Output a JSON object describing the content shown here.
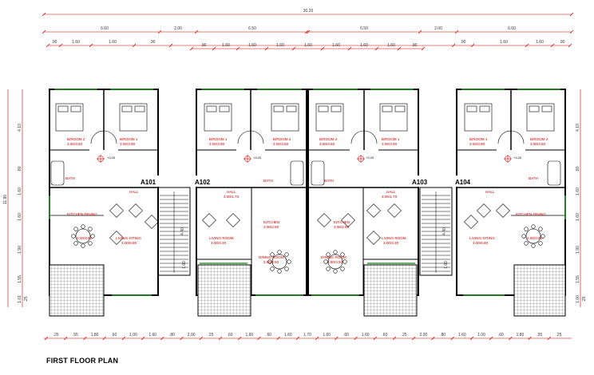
{
  "title": "FIRST FLOOR PLAN",
  "colors": {
    "dimension": "#cc0000",
    "wall": "#000000",
    "window": "#2e9e2e"
  },
  "overall_dim": "30.20",
  "top_dims_row1": [
    "6.60",
    "2.00",
    "6.50",
    "6.50",
    "2.00",
    "6.60"
  ],
  "top_dims_row2": [
    ".90",
    "1.60",
    "1.60",
    ".90",
    ".90",
    "1.60",
    "1.60",
    "1.60",
    "1.60",
    "1.60",
    "1.60",
    "1.60",
    ".90",
    ".90",
    "1.60",
    "1.60",
    ".90"
  ],
  "bottom_dims": [
    ".25",
    ".55",
    "1.80",
    ".60",
    "1.00",
    "1.60",
    ".80",
    "2.00",
    ".25",
    ".60",
    "1.60",
    ".60",
    "1.60",
    "1.70",
    "1.60",
    ".60",
    "1.60",
    ".60",
    ".25",
    "2.00",
    ".80",
    "1.60",
    "1.00",
    ".60",
    "1.80",
    ".55",
    ".25"
  ],
  "left_dims": [
    "4.10",
    ".80",
    "1.60",
    "1.60",
    "1.90",
    "1.55",
    "1.01",
    ".25"
  ],
  "left_total": "11.80",
  "right_dims": [
    "4.10",
    ".80",
    "1.60",
    "1.60",
    "1.90",
    "1.55",
    "1.00",
    ".25"
  ],
  "stair_dims": [
    "4.40",
    "1.60",
    "4.40",
    "1.60"
  ],
  "units": [
    {
      "id": "A101",
      "rooms": [
        {
          "name": "B/ROOM 2",
          "size": "3.00/3.60"
        },
        {
          "name": "B/ROOM 1",
          "size": "3.00/3.90"
        },
        {
          "name": "BATH",
          "size": ""
        },
        {
          "name": "HALL",
          "size": ""
        },
        {
          "name": "KITCHEN-DINING",
          "size": ""
        },
        {
          "name": "LIVING-SITING",
          "size": "3.00/6.80"
        },
        {
          "name": "",
          "size": "3.00/3.90"
        }
      ],
      "level": "+3.20"
    },
    {
      "id": "A102",
      "rooms": [
        {
          "name": "B/ROOM 1",
          "size": "3.00/3.90"
        },
        {
          "name": "B/ROOM 2",
          "size": "3.00/3.60"
        },
        {
          "name": "BATH",
          "size": ""
        },
        {
          "name": "HALL",
          "size": "3.00/1.70"
        },
        {
          "name": "KITCHEN",
          "size": "3.00/2.80"
        },
        {
          "name": "LIVING ROOM",
          "size": "3.00/3.30"
        },
        {
          "name": "DINING ROOM",
          "size": "2.80/3.50"
        }
      ],
      "level": "+3.20"
    },
    {
      "id": "A103",
      "rooms": [
        {
          "name": "B/ROOM 2",
          "size": "3.00/3.60"
        },
        {
          "name": "B/ROOM 1",
          "size": "3.00/3.90"
        },
        {
          "name": "BATH",
          "size": ""
        },
        {
          "name": "HALL",
          "size": "3.00/1.70"
        },
        {
          "name": "KITCHEN",
          "size": "3.00/2.80"
        },
        {
          "name": "LIVING ROOM",
          "size": "3.00/3.30"
        },
        {
          "name": "DINING ROOM",
          "size": "2.80/3.50"
        }
      ],
      "level": "+3.20"
    },
    {
      "id": "A104",
      "rooms": [
        {
          "name": "B/ROOM 1",
          "size": "3.00/3.90"
        },
        {
          "name": "B/ROOM 2",
          "size": "3.00/3.60"
        },
        {
          "name": "BATH",
          "size": ""
        },
        {
          "name": "HALL",
          "size": ""
        },
        {
          "name": "KITCHEN-DINING",
          "size": ""
        },
        {
          "name": "LIVING-SITING",
          "size": "3.00/6.80"
        },
        {
          "name": "",
          "size": "3.00/3.90"
        }
      ],
      "level": "+3.20"
    }
  ]
}
